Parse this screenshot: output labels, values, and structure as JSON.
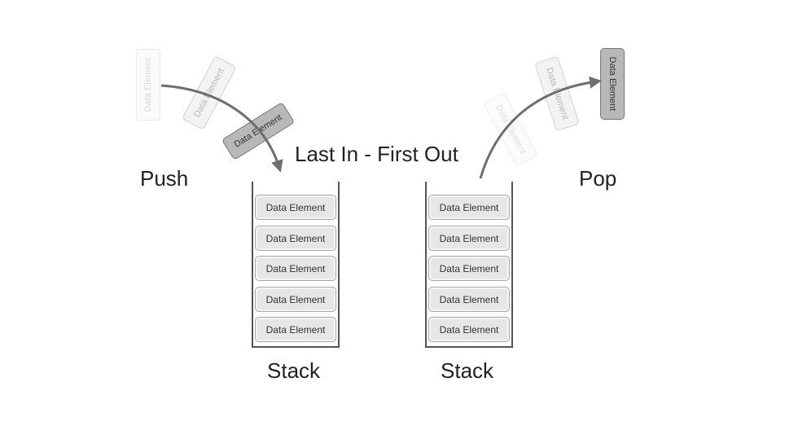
{
  "title": "Last In - First Out",
  "push": {
    "label": "Push",
    "elements": [
      "Data Element",
      "Data Element",
      "Data Element"
    ]
  },
  "pop": {
    "label": "Pop",
    "elements": [
      "Data Element",
      "Data Element",
      "Data Element"
    ]
  },
  "stacks": [
    {
      "caption": "Stack",
      "elements": [
        "Data Element",
        "Data Element",
        "Data Element",
        "Data Element",
        "Data Element"
      ]
    },
    {
      "caption": "Stack",
      "elements": [
        "Data Element",
        "Data Element",
        "Data Element",
        "Data Element",
        "Data Element"
      ]
    }
  ],
  "colors": {
    "arrow": "#6e6e6e",
    "stack_border": "#555555",
    "element_fill": "#e6e6e6",
    "active_fill": "#b8b8b8"
  }
}
